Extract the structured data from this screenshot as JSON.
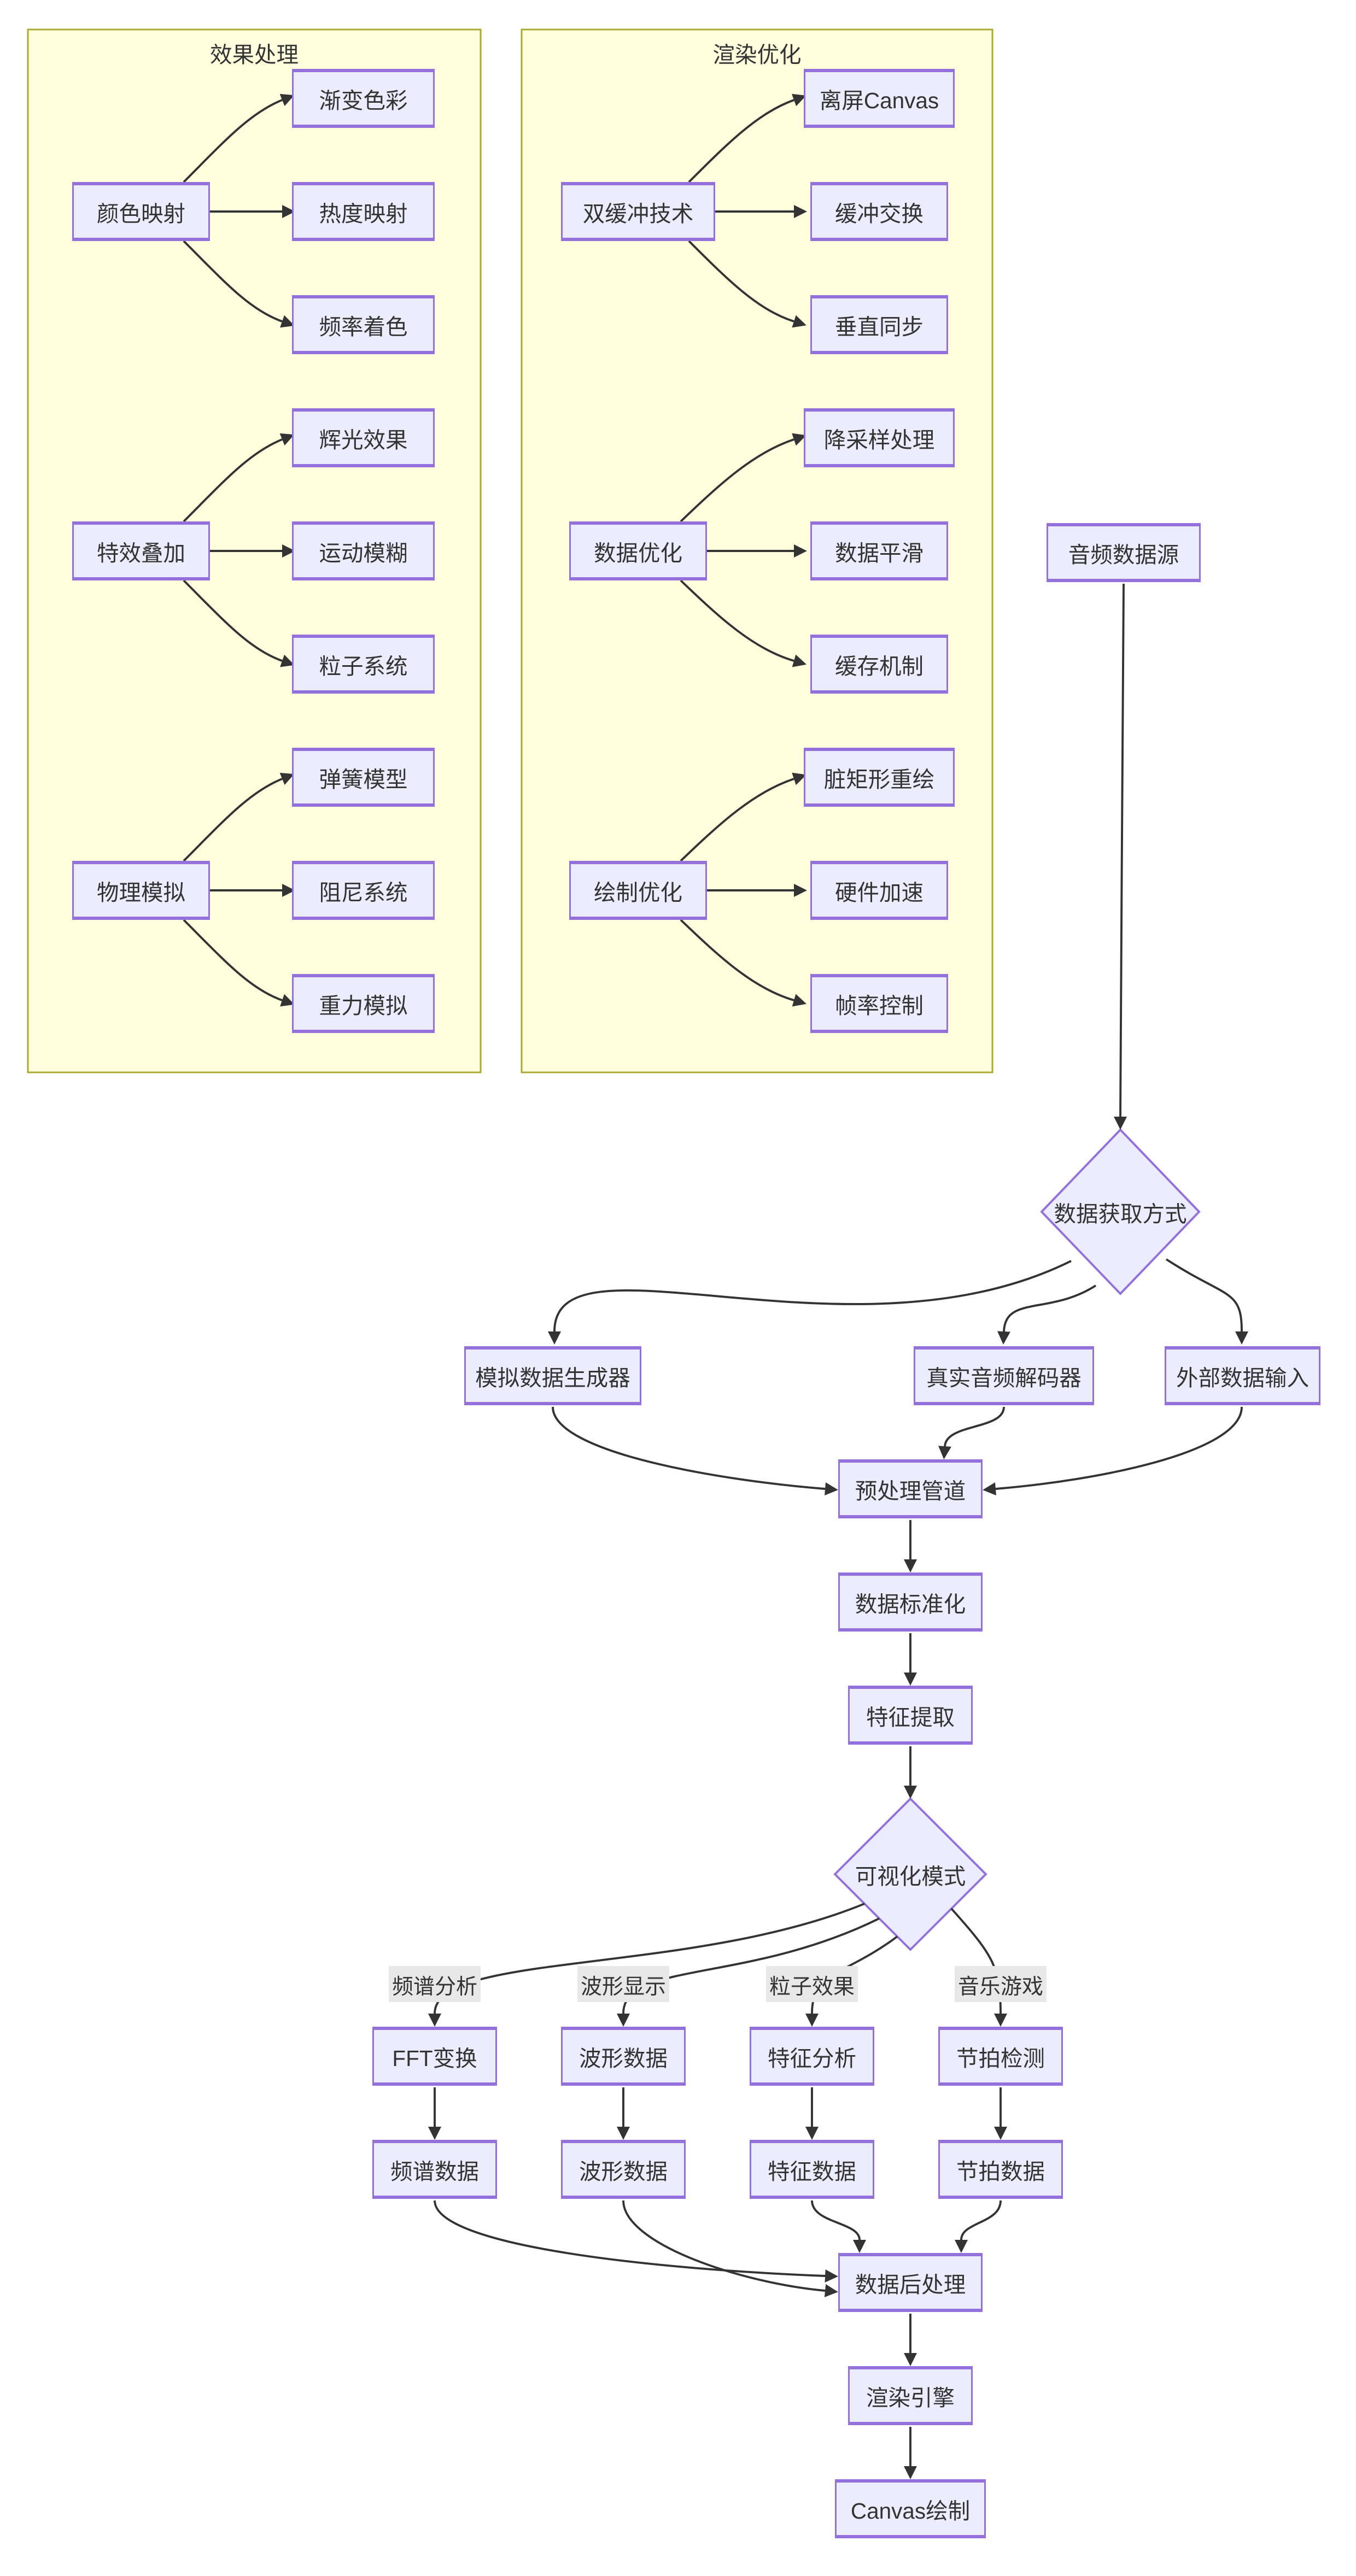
{
  "diagram": {
    "type": "flowchart",
    "background": "#ffffff",
    "colors": {
      "node_fill": "#ECECFF",
      "node_border": "#9370DB",
      "cluster_fill": "#ffffde",
      "cluster_border": "#aaaa33",
      "edge": "#333333",
      "text": "#333333",
      "edge_label_bg": "#e8e8e8"
    },
    "clusters": {
      "effects": {
        "title": "效果处理"
      },
      "render_opt": {
        "title": "渲染优化"
      }
    },
    "nodes": {
      "color_map": "颜色映射",
      "gradient": "渐变色彩",
      "heat": "热度映射",
      "freq_color": "频率着色",
      "fx_overlay": "特效叠加",
      "glow": "辉光效果",
      "motion_blur": "运动模糊",
      "particle_sys": "粒子系统",
      "physics": "物理模拟",
      "spring": "弹簧模型",
      "damping": "阻尼系统",
      "gravity": "重力模拟",
      "double_buffer": "双缓冲技术",
      "offscreen": "离屏Canvas",
      "buffer_swap": "缓冲交换",
      "vsync": "垂直同步",
      "data_opt": "数据优化",
      "downsample": "降采样处理",
      "smoothing": "数据平滑",
      "cache": "缓存机制",
      "draw_opt": "绘制优化",
      "dirty_rect": "脏矩形重绘",
      "hw_accel": "硬件加速",
      "fps_ctrl": "帧率控制",
      "audio_src": "音频数据源",
      "acquisition": "数据获取方式",
      "sim_gen": "模拟数据生成器",
      "real_decoder": "真实音频解码器",
      "ext_input": "外部数据输入",
      "pre_pipeline": "预处理管道",
      "normalize": "数据标准化",
      "feature_extract": "特征提取",
      "vis_mode": "可视化模式",
      "fft": "FFT变换",
      "waveform_node": "波形数据",
      "feature_analysis": "特征分析",
      "beat_detect": "节拍检测",
      "spectrum_data": "频谱数据",
      "waveform_data": "波形数据",
      "feature_data": "特征数据",
      "beat_data": "节拍数据",
      "post_process": "数据后处理",
      "render_engine": "渲染引擎",
      "canvas_draw": "Canvas绘制"
    },
    "edge_labels": {
      "spectrum_mode": "频谱分析",
      "waveform_mode": "波形显示",
      "particle_mode": "粒子效果",
      "game_mode": "音乐游戏"
    }
  }
}
